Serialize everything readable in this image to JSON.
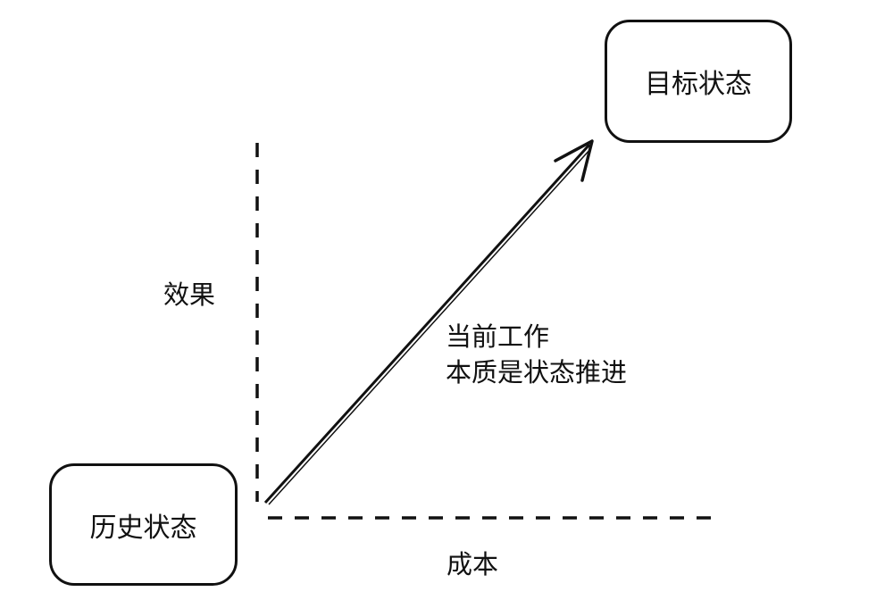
{
  "nodes": {
    "target": "目标状态",
    "history": "历史状态"
  },
  "axes": {
    "y_label": "效果",
    "x_label": "成本"
  },
  "arrow_label": {
    "line1": "当前工作",
    "line2": "本质是状态推进"
  }
}
